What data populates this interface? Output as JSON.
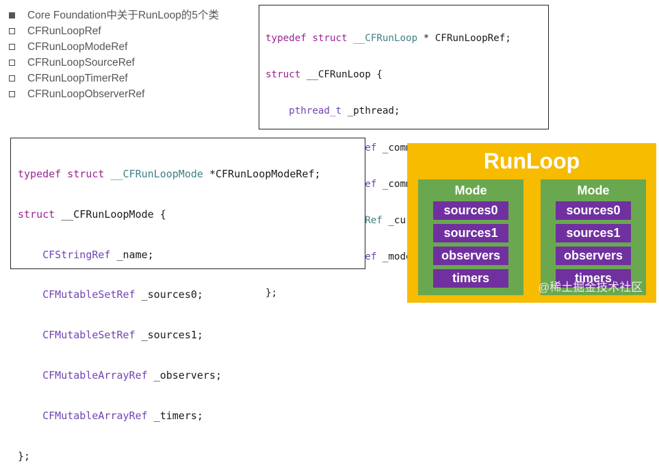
{
  "bullets": [
    {
      "text": "Core Foundation中关于RunLoop的5个类",
      "style": "filled"
    },
    {
      "text": "CFRunLoopRef",
      "style": "hollow"
    },
    {
      "text": "CFRunLoopModeRef",
      "style": "hollow"
    },
    {
      "text": "CFRunLoopSourceRef",
      "style": "hollow"
    },
    {
      "text": "CFRunLoopTimerRef",
      "style": "hollow"
    },
    {
      "text": "CFRunLoopObserverRef",
      "style": "hollow"
    }
  ],
  "code_runloop": {
    "l0": {
      "kw1": "typedef",
      "kw2": "struct",
      "ty": "__CFRunLoop",
      "rest": " * CFRunLoopRef;"
    },
    "l1": {
      "kw": "struct",
      "rest": " __CFRunLoop {"
    },
    "fields": [
      {
        "type": "pthread_t",
        "name": " _pthread;"
      },
      {
        "type": "CFMutableSetRef",
        "name": " _commonModes;"
      },
      {
        "type": "CFMutableSetRef",
        "name": " _commonModeItems;"
      },
      {
        "type": "CFRunLoopModeRef",
        "name": " _currentMode;"
      },
      {
        "type": "CFMutableSetRef",
        "name": " _modes;"
      }
    ],
    "close": "};"
  },
  "code_mode": {
    "l0": {
      "kw1": "typedef",
      "kw2": "struct",
      "ty": "__CFRunLoopMode",
      "rest": " *CFRunLoopModeRef;"
    },
    "l1": {
      "kw": "struct",
      "rest": " __CFRunLoopMode {"
    },
    "fields": [
      {
        "type": "CFStringRef",
        "name": " _name;"
      },
      {
        "type": "CFMutableSetRef",
        "name": " _sources0;"
      },
      {
        "type": "CFMutableSetRef",
        "name": " _sources1;"
      },
      {
        "type": "CFMutableArrayRef",
        "name": " _observers;"
      },
      {
        "type": "CFMutableArrayRef",
        "name": " _timers;"
      }
    ],
    "close": "};"
  },
  "diagram": {
    "title": "RunLoop",
    "modes": [
      {
        "title": "Mode",
        "items": [
          "sources0",
          "sources1",
          "observers",
          "timers"
        ]
      },
      {
        "title": "Mode",
        "items": [
          "sources0",
          "sources1",
          "observers",
          "timers"
        ]
      }
    ],
    "colors": {
      "outer": "#f7bb00",
      "mode": "#6aa84f",
      "item": "#7030a0"
    }
  },
  "watermark": "@稀土掘金技术社区"
}
